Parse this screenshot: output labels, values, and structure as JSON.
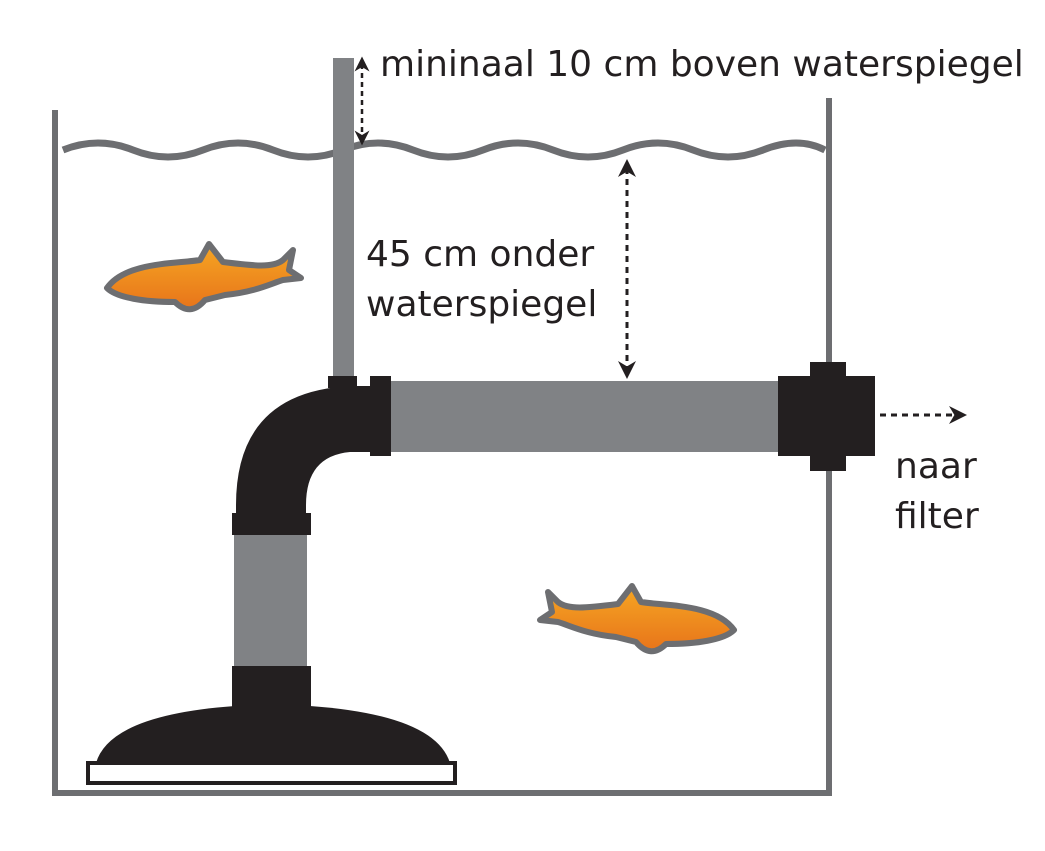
{
  "labels": {
    "min_height": "mininaal 10 cm boven waterspiegel",
    "depth_line1": "45 cm onder",
    "depth_line2": "waterspiegel",
    "outlet_line1": "naar",
    "outlet_line2": "filter"
  },
  "colors": {
    "tank_wall": "#6d6e71",
    "water_surface": "#6d6e71",
    "pipe_gray": "#808285",
    "fitting_black": "#231f20",
    "arrow": "#231f20",
    "fish_body": "#f7941d",
    "fish_outline": "#6d6e71"
  },
  "icons": {
    "fish": "goldfish-icon",
    "arrow": "dashed-double-arrow"
  }
}
